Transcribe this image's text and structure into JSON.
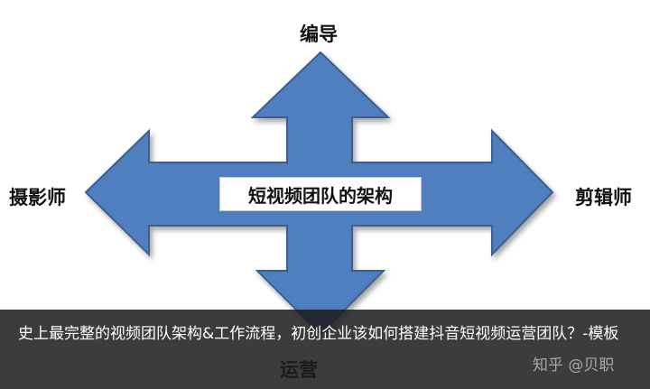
{
  "diagram": {
    "center_label": "短视频团队的架构",
    "roles": {
      "top": "编导",
      "left": "摄影师",
      "right": "剪辑师",
      "bottom": "运营"
    },
    "arrow_fill": "#4f7fbe",
    "arrow_stroke": "#3a5f90"
  },
  "caption": {
    "title": "史上最完整的视频团队架构&工作流程，初创企业该如何搭建抖音短视频运营团队？-模板"
  },
  "watermark": "知乎 @贝职"
}
